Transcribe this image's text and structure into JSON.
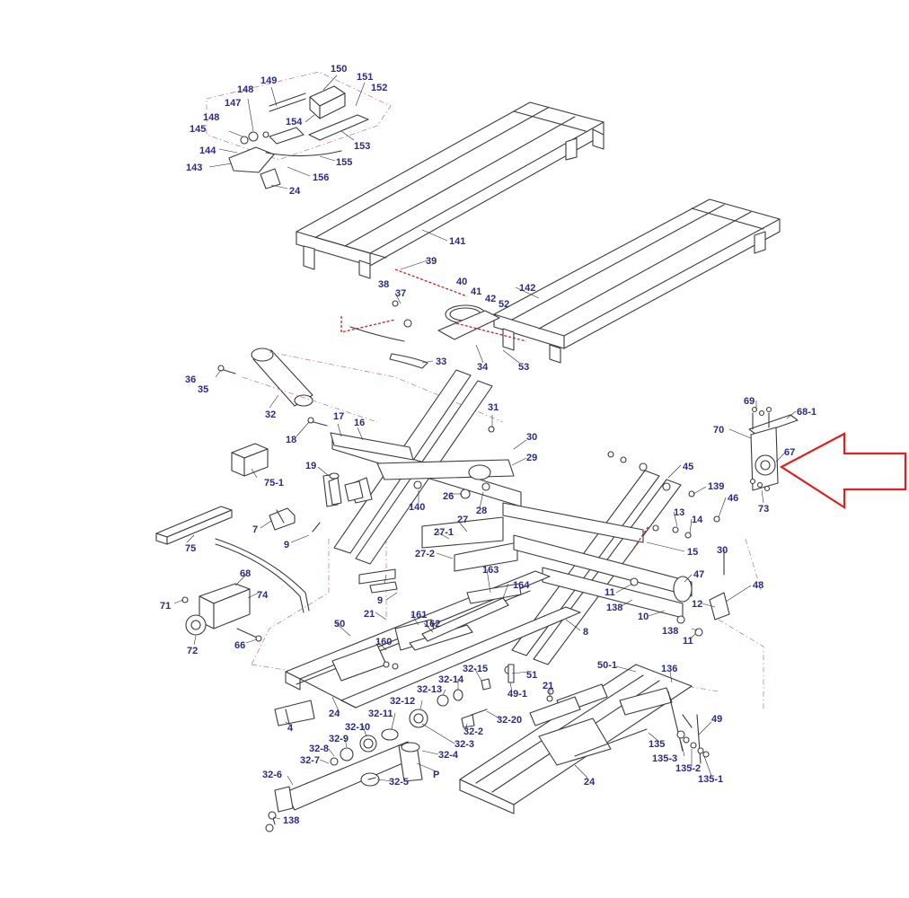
{
  "colors": {
    "callout_text": "#2a2a8a",
    "line_art": "#3a3a3a",
    "center_lines": "#c8808a",
    "highlight_arrow": "#e02020"
  },
  "callouts": [
    "150",
    "149",
    "151",
    "148",
    "152",
    "147",
    "148",
    "154",
    "145",
    "144",
    "153",
    "155",
    "143",
    "156",
    "24",
    "141",
    "39",
    "38",
    "37",
    "40",
    "41",
    "42",
    "52",
    "142",
    "33",
    "34",
    "53",
    "36",
    "35",
    "32",
    "31",
    "17",
    "16",
    "18",
    "30",
    "29",
    "19",
    "26",
    "28",
    "140",
    "75-1",
    "27",
    "27-1",
    "27-2",
    "7",
    "9",
    "75",
    "68",
    "74",
    "71",
    "72",
    "66",
    "21",
    "161",
    "162",
    "163",
    "164",
    "160",
    "9",
    "50",
    "8",
    "51",
    "69",
    "68-1",
    "70",
    "67",
    "73",
    "45",
    "139",
    "46",
    "13",
    "14",
    "15",
    "30",
    "47",
    "48",
    "11",
    "138",
    "10",
    "12",
    "138",
    "11",
    "32-15",
    "32-14",
    "32-13",
    "32-12",
    "32-11",
    "32-10",
    "32-9",
    "32-8",
    "32-7",
    "32-6",
    "32-5",
    "32-4",
    "32-3",
    "32-2",
    "32-20",
    "49-1",
    "21",
    "24",
    "4",
    "P",
    "138",
    "50-1",
    "136",
    "49",
    "135",
    "135-3",
    "135-2",
    "135-1",
    "24"
  ]
}
